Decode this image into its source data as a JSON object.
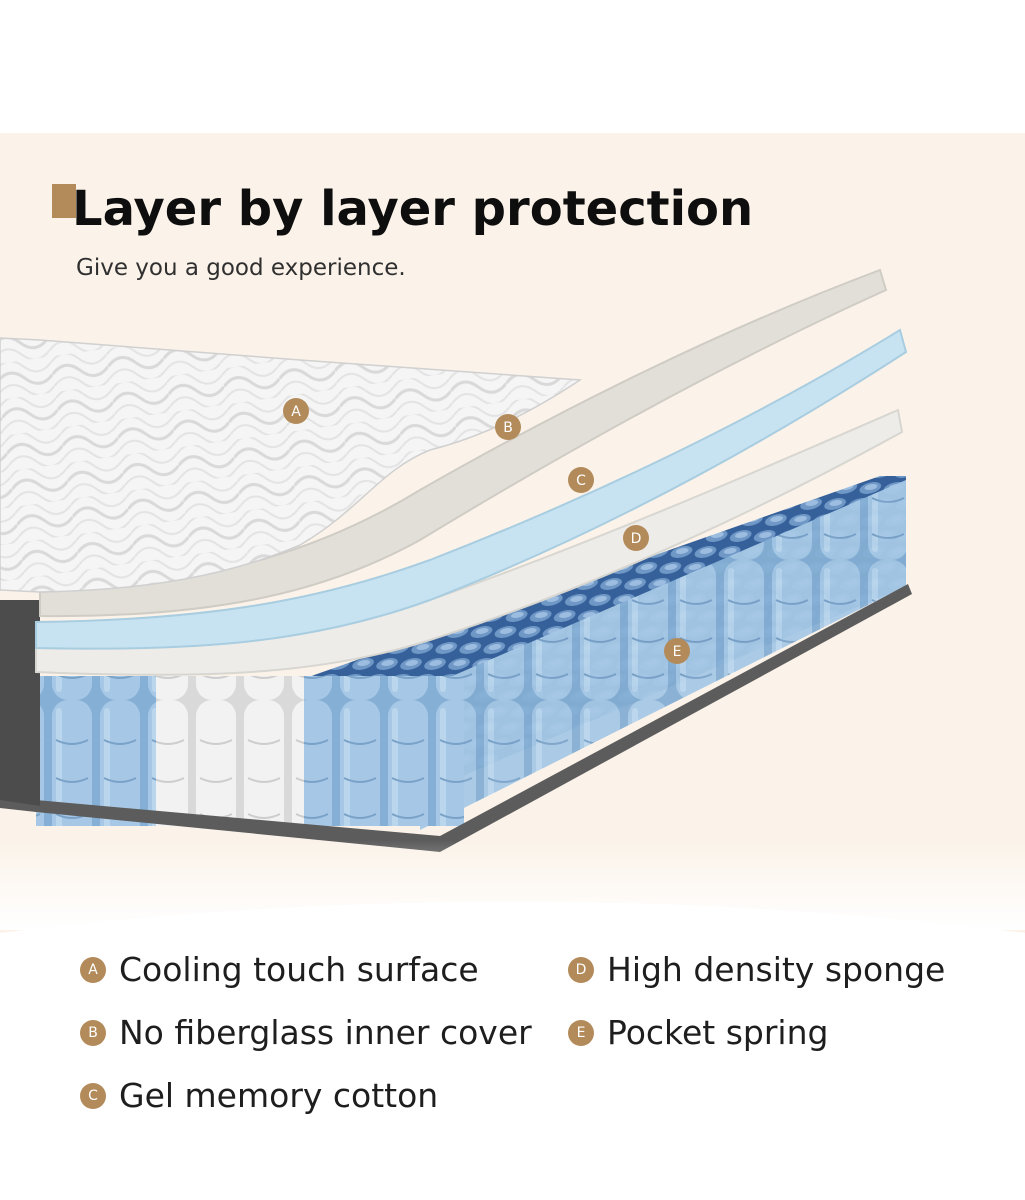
{
  "header": {
    "title": "Layer by layer protection",
    "subtitle": "Give you a good experience."
  },
  "layers": [
    {
      "key": "A",
      "label": "Cooling touch surface"
    },
    {
      "key": "B",
      "label": "No fiberglass inner cover"
    },
    {
      "key": "C",
      "label": "Gel memory cotton"
    },
    {
      "key": "D",
      "label": "High density sponge"
    },
    {
      "key": "E",
      "label": "Pocket spring"
    }
  ],
  "colors": {
    "background": "#fbf3e9",
    "accent": "#b38b5a",
    "quilted_top": "#f3f3f3",
    "foam_gray": "#dfddd7",
    "gel_blue": "#bfdceb",
    "spring_blue": "#79a5cf",
    "spring_white": "#eeeeee",
    "frame_dark": "#5a5a5a"
  }
}
